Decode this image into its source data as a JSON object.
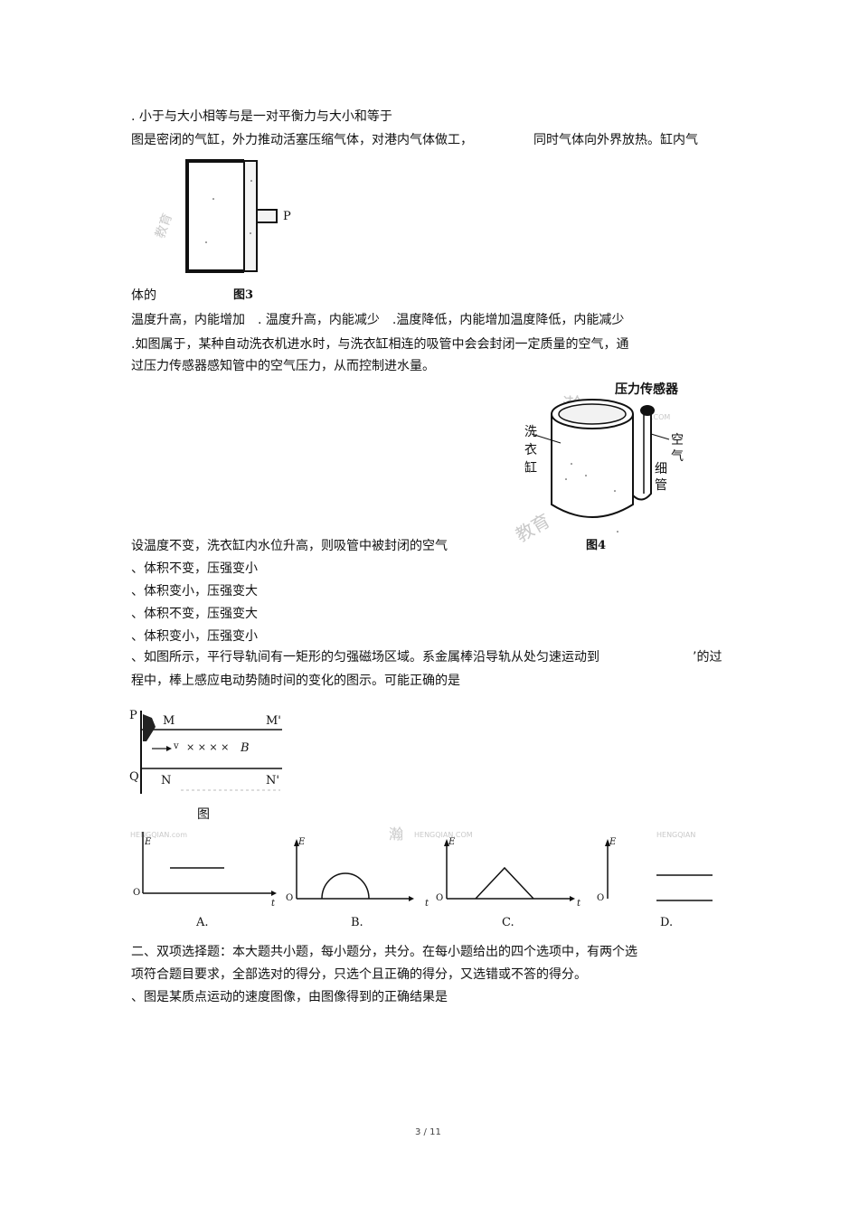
{
  "lines": {
    "l1": ". 小于与大小相等与是一对平衡力与大小和等于",
    "l2a": "图是密闭的气缸，外力推动活塞压缩气体，对港内气体做工，",
    "l2b": "同时气体向外界放热。缸内气",
    "l3": "体的",
    "l4": "温度升高，内能增加　. 温度升高，内能减少　.温度降低，内能增加温度降低，内能减少",
    "l5": ".如图属于，某种自动洗衣机进水时，与洗衣缸相连的吸管中会会封闭一定质量的空气，通",
    "l6": "过压力传感器感知管中的空气压力，从而控制进水量。",
    "l7": "设温度不变，洗衣缸内水位升高，则吸管中被封闭的空气",
    "l8": "、体积不变，压强变小",
    "l9": "、体积变小，压强变大",
    "l10": "、体积不变，压强变大",
    "l11": "、体积变小，压强变小",
    "l12a": "、如图所示，平行导轨间有一矩形的匀强磁场区域。系金属棒沿导轨从处匀速运动到",
    "l12b": "’的过",
    "l13": "程中，棒上感应电动势随时间的变化的图示。可能正确的是",
    "l14": "二、双项选择题：本大题共小题，每小题分，共分。在每小题给出的四个选项中，有两个选",
    "l15": "项符合题目要求，全部选对的得分，只选个且正确的得分，又选错或不答的得分。",
    "l16": "、图是某质点运动的速度图像，由图像得到的正确结果是"
  },
  "fig3": {
    "piston_label": "P",
    "caption": "图3"
  },
  "fig4": {
    "caption": "图4",
    "sensor_label": "压力传感器",
    "tub_label": "洗衣缸",
    "air_label": "空气",
    "tube_label": "细管"
  },
  "rail_fig": {
    "caption": "图",
    "P": "P",
    "Q": "Q",
    "M": "M",
    "M_prime": "M'",
    "N": "N",
    "N_prime": "N'",
    "v": "v",
    "B": "B",
    "field_marks": "× × × ×"
  },
  "options": {
    "axis_e": "E",
    "axis_t": "t",
    "origin": "O",
    "A": "A.",
    "B": "B.",
    "C": "C.",
    "D": "D."
  },
  "footer": {
    "page": "3 / 11"
  }
}
